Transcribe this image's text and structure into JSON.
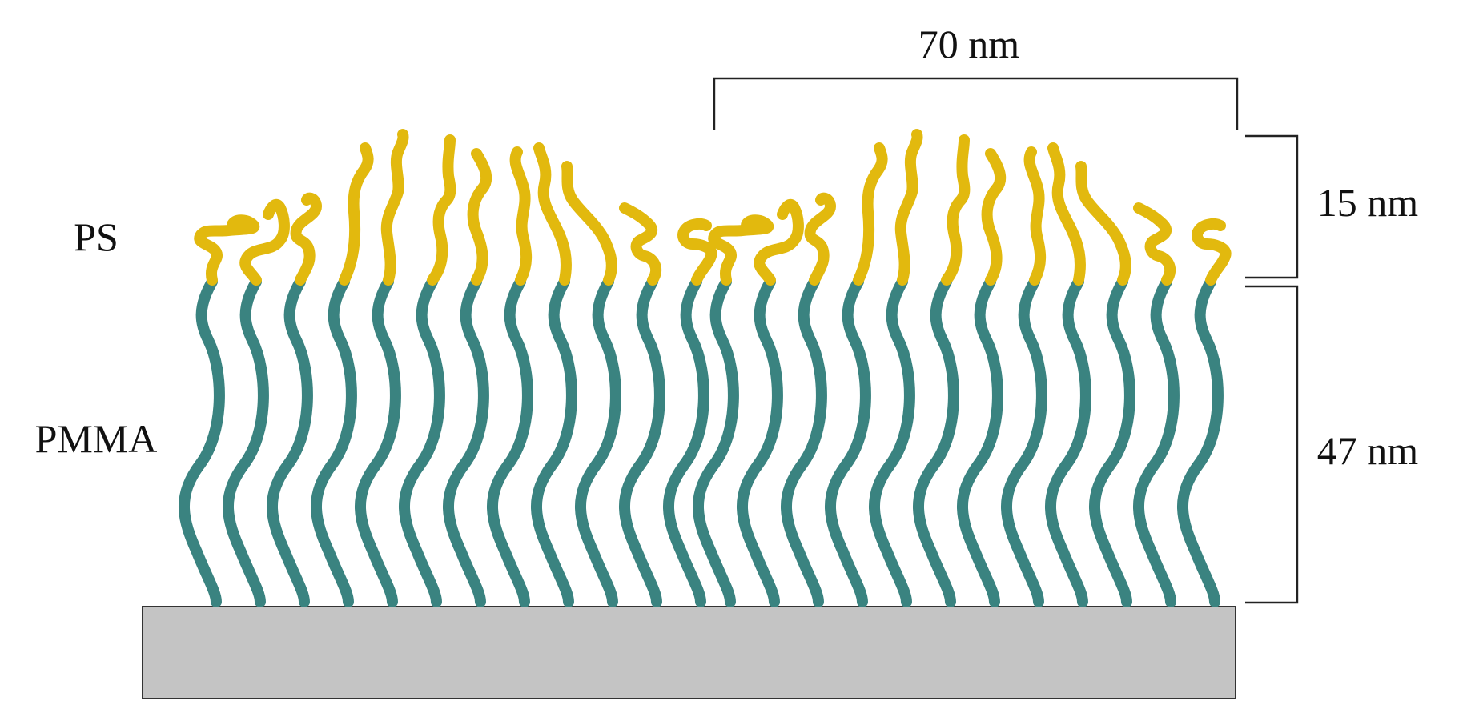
{
  "labels": {
    "ps": "PS",
    "pmma": "PMMA",
    "width": "70 nm",
    "ps_height": "15 nm",
    "pmma_height": "47 nm"
  },
  "colors": {
    "ps": "#E2B90E",
    "pmma": "#3A8380",
    "substrate": "#C4C4C4",
    "substrate_border": "#333333",
    "bracket": "#222222"
  },
  "groups": [
    {
      "name": "brush-group-left",
      "chains": 12
    },
    {
      "name": "brush-group-right",
      "chains": 12
    }
  ],
  "icons": {
    "substrate": "substrate-block",
    "pmma_chain": "wavy-chain-teal",
    "ps_chain": "coiled-chain-yellow"
  }
}
